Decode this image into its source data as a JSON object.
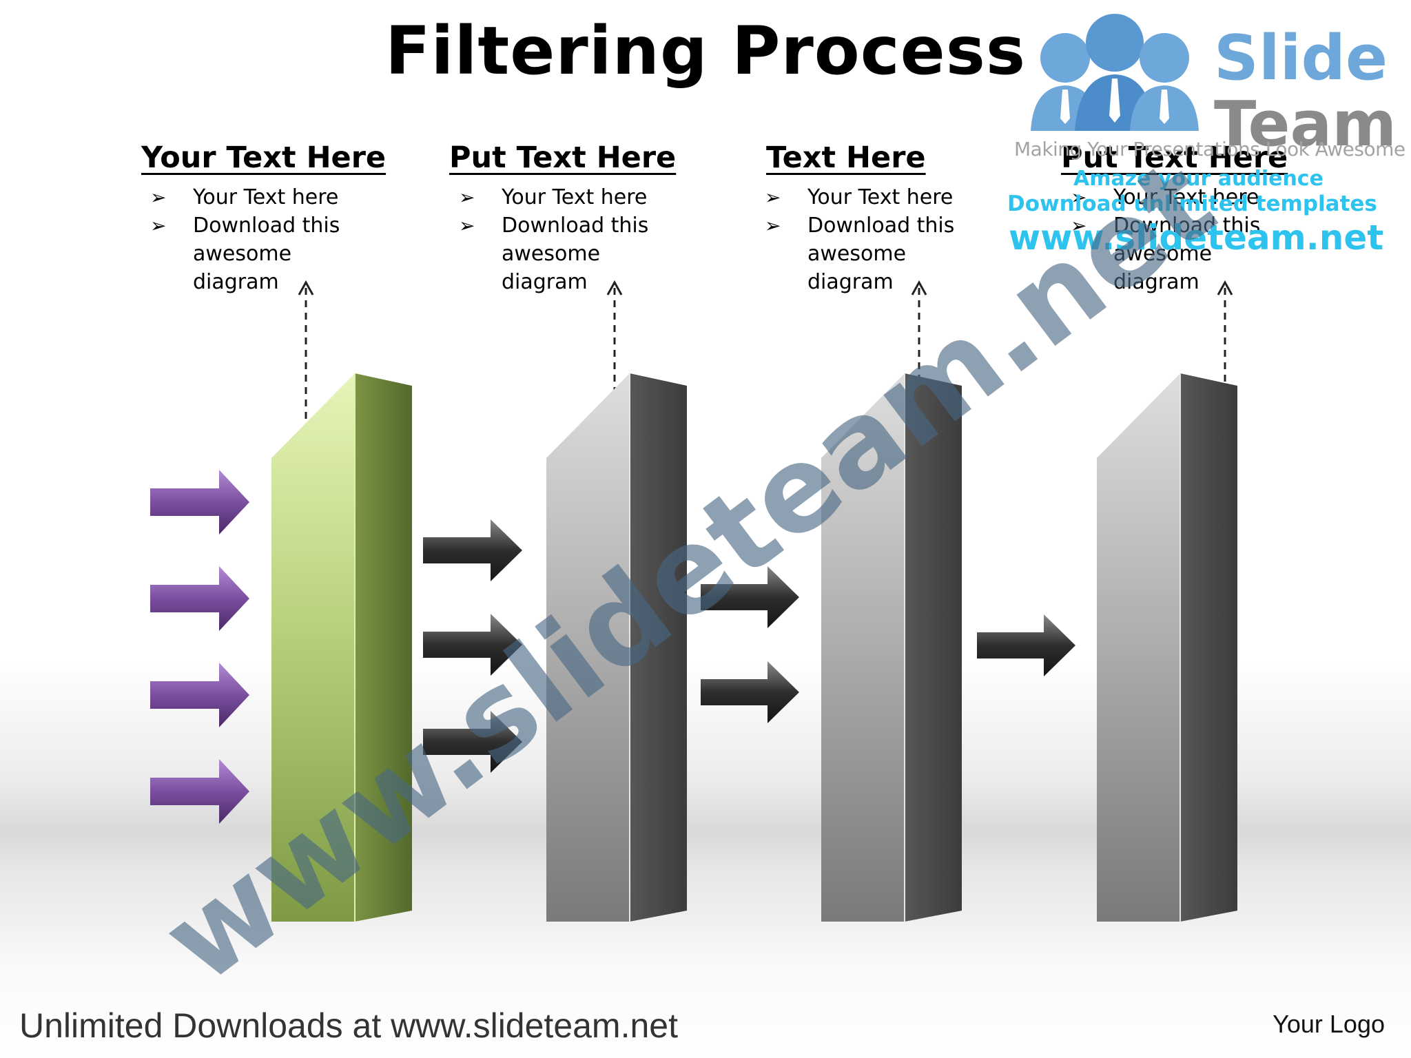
{
  "title": "Filtering Process",
  "columns": [
    {
      "heading": "Your Text Here",
      "bullets": [
        "Your Text here",
        "Download this awesome diagram"
      ]
    },
    {
      "heading": "Put Text Here",
      "bullets": [
        "Your Text here",
        "Download this awesome diagram"
      ]
    },
    {
      "heading": "Text Here",
      "bullets": [
        "Your Text here",
        "Download this awesome diagram"
      ]
    },
    {
      "heading": "Put Text Here",
      "bullets": [
        "Your Text here",
        "Download this awesome diagram"
      ]
    }
  ],
  "filters": [
    {
      "stage": 1,
      "color": "green",
      "input_arrows": 4
    },
    {
      "stage": 2,
      "color": "gray",
      "input_arrows": 3
    },
    {
      "stage": 3,
      "color": "gray",
      "input_arrows": 2
    },
    {
      "stage": 4,
      "color": "gray",
      "input_arrows": 1
    }
  ],
  "colors": {
    "input_arrow": "#7b4fa0",
    "stage_arrow": "#3a3a3a",
    "filter_green": "#8fa956",
    "filter_gray": "#8d8d8d"
  },
  "logo": {
    "brand_line1": "Slide",
    "brand_line2": "Team",
    "tagline": "Making Your Presentations Look Awesome",
    "promo_line1": "Amaze your audience",
    "promo_line2": "Download unlimited templates",
    "promo_line3": "www.slideteam.net"
  },
  "watermark": "www.slideteam.net",
  "footer": {
    "left": "Unlimited Downloads at www.slideteam.net",
    "right": "Your Logo"
  }
}
